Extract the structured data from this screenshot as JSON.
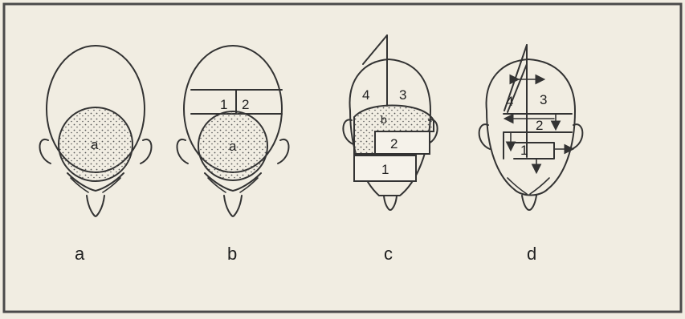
{
  "panels": [
    {
      "caption": "a",
      "zones": [
        {
          "label": "a"
        }
      ]
    },
    {
      "caption": "b",
      "zones": [
        {
          "label": "1"
        },
        {
          "label": "2"
        },
        {
          "label": "a"
        }
      ]
    },
    {
      "caption": "c",
      "zones": [
        {
          "label": "4"
        },
        {
          "label": "3"
        },
        {
          "label": "b"
        },
        {
          "label": "2"
        },
        {
          "label": "1"
        }
      ]
    },
    {
      "caption": "d",
      "zones": [
        {
          "label": "4"
        },
        {
          "label": "3"
        },
        {
          "label": "2"
        },
        {
          "label": "1"
        }
      ]
    }
  ]
}
